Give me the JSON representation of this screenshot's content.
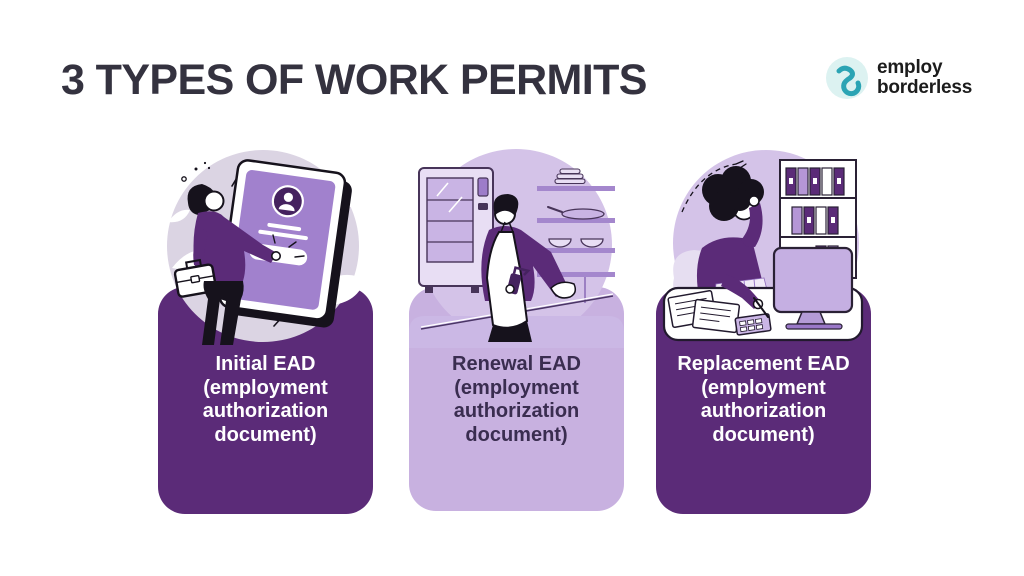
{
  "header": {
    "title": "3 TYPES OF WORK PERMITS",
    "logo": {
      "icon": "employ-borderless-e-icon",
      "line1": "employ",
      "line2": "borderless"
    }
  },
  "cards": [
    {
      "heading": "Initial EAD",
      "subheading": "(employment authorization document)",
      "style": "dark-purple",
      "illustration": "man-tapping-tablet-id-profile"
    },
    {
      "heading": "Renewal EAD",
      "subheading": "(employment authorization document)",
      "style": "light-purple",
      "illustration": "man-cleaning-kitchen-counter"
    },
    {
      "heading": "Replacement EAD",
      "subheading": "(employment authorization document)",
      "style": "dark-purple",
      "illustration": "woman-at-desk-with-monitor"
    }
  ],
  "colors": {
    "background": "#ffffff",
    "title_text": "#34323f",
    "card_dark_purple": "#5b2b78",
    "card_light_purple": "#c8b1e0",
    "card_dark_text": "#ffffff",
    "card_light_text": "#3a2d50",
    "illustration_circle_gray": "#dbd4e3",
    "illustration_circle_purple": "#d4c3e8",
    "illustration_screen_purple": "#a181cd",
    "outline_ink": "#16121c",
    "logo_teal": "#2ba4b4",
    "logo_teal_bg": "#dcf2f1",
    "logo_text": "#1c1c1c"
  }
}
